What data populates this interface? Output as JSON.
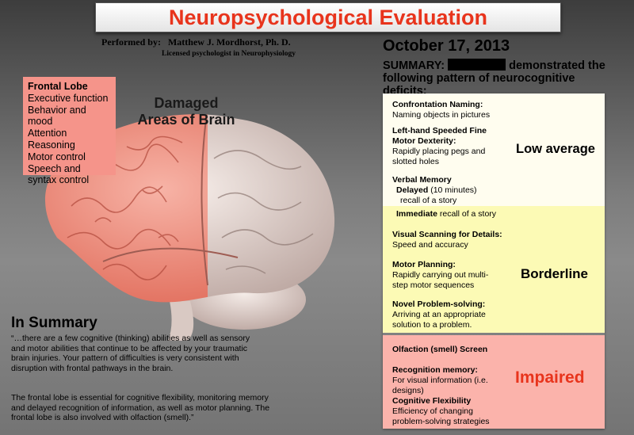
{
  "title": "Neuropsychological Evaluation",
  "performer": {
    "label": "Performed by:",
    "name": "Matthew J. Mordhorst, Ph. D.",
    "credential": "Licensed psychologist in Neurophysiology"
  },
  "date": "October 17, 2013",
  "summary": {
    "label": "SUMMARY:",
    "text_after": "demonstrated the following pattern of neurocognitive deficits:"
  },
  "frontal_lobe": {
    "heading": "Frontal Lobe",
    "functions": [
      "Executive function",
      "Behavior and mood",
      "Attention",
      "Reasoning",
      "Motor control",
      "Speech and syntax control"
    ]
  },
  "damaged_label": "Damaged Areas of Brain",
  "in_summary": {
    "title": "In Summary",
    "p1": "“…there are a few cognitive (thinking) abilities as well as sensory and motor abilities that continue to be affected by your traumatic brain injuries. Your pattern of difficulties is very consistent with disruption with frontal pathways in the brain.",
    "p2": "The frontal lobe is essential for cognitive flexibility, monitoring memory and delayed recognition of information, as well as motor planning. The frontal lobe is also involved with olfaction (smell).”"
  },
  "results": {
    "low_average": {
      "rating": "Low average",
      "color": "#fffdef",
      "items": [
        {
          "title": "Confrontation Naming:",
          "desc": "Naming objects in pictures"
        },
        {
          "title": "Left-hand Speeded Fine Motor Dexterity:",
          "desc": "Rapidly placing pegs and slotted holes"
        },
        {
          "title": "Verbal Memory",
          "sub_bold": "Delayed",
          "sub_rest": " (10 minutes)",
          "desc": "recall of a story"
        }
      ]
    },
    "borderline": {
      "rating": "Borderline",
      "color": "#fcfab5",
      "items": [
        {
          "title": "Immediate",
          "desc": " recall of a story"
        },
        {
          "title": "Visual Scanning for Details:",
          "desc": "Speed and accuracy"
        },
        {
          "title": "Motor Planning:",
          "desc": "Rapidly carrying out multi-step motor sequences"
        },
        {
          "title": "Novel Problem-solving:",
          "desc": "Arriving at an appropriate solution to a problem."
        }
      ]
    },
    "impaired": {
      "rating": "Impaired",
      "color": "#fbb3ab",
      "rating_color": "#e8341c",
      "items": [
        {
          "title": "Olfaction (smell) Screen",
          "desc": ""
        },
        {
          "title": "Recognition memory:",
          "desc": "For visual information (i.e. designs)"
        },
        {
          "title": "Cognitive Flexibility",
          "desc": "Efficiency of changing problem-solving strategies"
        }
      ]
    }
  }
}
